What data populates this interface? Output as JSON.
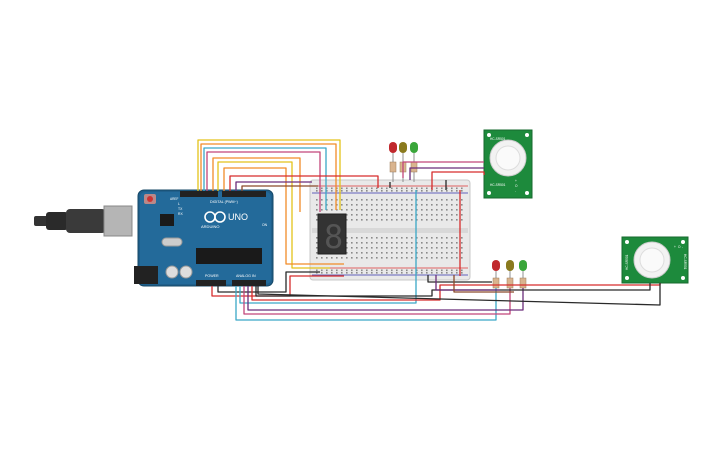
{
  "app": {
    "title": "Arduino circuit with 7-segment display, LEDs and PIR sensors"
  },
  "arduino": {
    "board_label": "UNO",
    "brand_label": "ARDUINO",
    "digital_label": "DIGITAL (PWM~)",
    "power_label": "POWER",
    "analog_label": "ANALOG IN",
    "tx_label": "TX",
    "rx_label": "RX",
    "l_label": "L",
    "on_label": "ON",
    "aref_label": "AREF"
  },
  "seven_segment": {
    "digit": "8"
  },
  "pir_top": {
    "label_top": "HC-SR501",
    "label_bottom": "HC-SR501",
    "pin_labels": [
      "+",
      "O",
      "-"
    ]
  },
  "pir_right": {
    "label_left": "HC-SR501",
    "label_right": "HC-SR501",
    "pin_labels": [
      "+",
      "O",
      "-"
    ]
  },
  "led_group_top": [
    "red",
    "olive",
    "green"
  ],
  "led_group_bottom": [
    "red",
    "olive",
    "green"
  ],
  "colors": {
    "board_blue": "#1f5f8b",
    "breadboard": "#e9e9e9",
    "pir_green": "#1d8a3c",
    "led_red": "#c0282d",
    "led_olive": "#8a7a1e",
    "led_green": "#3aa63a",
    "wire_orange": "#f28c28",
    "wire_yellow": "#e3c21a",
    "wire_cyan": "#3aa8c7",
    "wire_red": "#d62c2c",
    "wire_black": "#2a2a2a",
    "wire_purple": "#6b2c7a",
    "wire_brown": "#8b4a2b",
    "wire_pink": "#c2467a"
  }
}
